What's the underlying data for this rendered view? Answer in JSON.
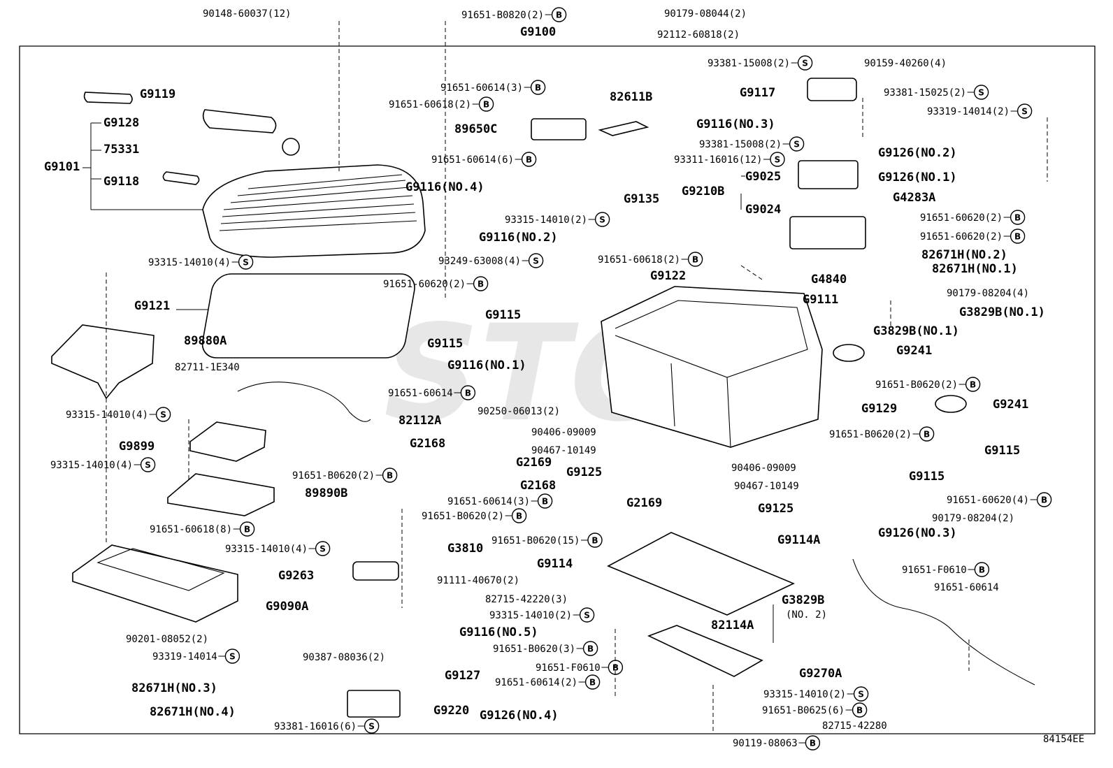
{
  "diagram": {
    "header_label": "G9100",
    "footer_code": "84154EE",
    "watermark": "STG",
    "callouts": [
      {
        "id": "c1",
        "text": "90148-60037(12)"
      },
      {
        "id": "c2",
        "text": "91651-B0820(2)",
        "marker": "B"
      },
      {
        "id": "c3",
        "text": "90179-08044(2)"
      },
      {
        "id": "c4",
        "text": "92112-60818(2)"
      },
      {
        "id": "c5",
        "text": "93381-15008(2)",
        "marker": "S"
      },
      {
        "id": "c6",
        "text": "90159-40260(4)"
      },
      {
        "id": "c7",
        "text": "G9119"
      },
      {
        "id": "c8",
        "text": "91651-60614(3)",
        "marker": "B"
      },
      {
        "id": "c9",
        "text": "91651-60618(2)",
        "marker": "B"
      },
      {
        "id": "c10",
        "text": "82611B"
      },
      {
        "id": "c11",
        "text": "G9117"
      },
      {
        "id": "c12",
        "text": "93381-15025(2)",
        "marker": "S"
      },
      {
        "id": "c13",
        "text": "G9128"
      },
      {
        "id": "c14",
        "text": "89650C"
      },
      {
        "id": "c15",
        "text": "G9116(NO.3)"
      },
      {
        "id": "c16",
        "text": "93319-14014(2)",
        "marker": "S"
      },
      {
        "id": "c17",
        "text": "75331"
      },
      {
        "id": "c18",
        "text": "G9101"
      },
      {
        "id": "c19",
        "text": "91651-60614(6)",
        "marker": "B"
      },
      {
        "id": "c20",
        "text": "93381-15008(2)",
        "marker": "S"
      },
      {
        "id": "c21",
        "text": "93311-16016(12)",
        "marker": "S"
      },
      {
        "id": "c22",
        "text": "G9126(NO.2)"
      },
      {
        "id": "c23",
        "text": "G9118"
      },
      {
        "id": "c24",
        "text": "G9116(NO.4)"
      },
      {
        "id": "c25",
        "text": "G9025"
      },
      {
        "id": "c26",
        "text": "G9210B"
      },
      {
        "id": "c27",
        "text": "G9126(NO.1)"
      },
      {
        "id": "c28",
        "text": "G9135"
      },
      {
        "id": "c29",
        "text": "G4283A"
      },
      {
        "id": "c30",
        "text": "G9024"
      },
      {
        "id": "c31",
        "text": "93315-14010(2)",
        "marker": "S"
      },
      {
        "id": "c32",
        "text": "91651-60620(2)",
        "marker": "B"
      },
      {
        "id": "c33",
        "text": "G9116(NO.2)"
      },
      {
        "id": "c34",
        "text": "91651-60620(2)",
        "marker": "B"
      },
      {
        "id": "c35",
        "text": "82671H(NO.2)"
      },
      {
        "id": "c36",
        "text": "93315-14010(4)",
        "marker": "S"
      },
      {
        "id": "c37",
        "text": "93249-63008(4)",
        "marker": "S"
      },
      {
        "id": "c38",
        "text": "91651-60618(2)",
        "marker": "B"
      },
      {
        "id": "c39",
        "text": "82671H(NO.1)"
      },
      {
        "id": "c40",
        "text": "G9122"
      },
      {
        "id": "c41",
        "text": "G4840"
      },
      {
        "id": "c42",
        "text": "91651-60620(2)",
        "marker": "B"
      },
      {
        "id": "c43",
        "text": "90179-08204(4)"
      },
      {
        "id": "c44",
        "text": "G9111"
      },
      {
        "id": "c45",
        "text": "G9121"
      },
      {
        "id": "c46",
        "text": "G9115"
      },
      {
        "id": "c47",
        "text": "G3829B(NO.1)"
      },
      {
        "id": "c48",
        "text": "G3829B(NO.1)"
      },
      {
        "id": "c49",
        "text": "89880A"
      },
      {
        "id": "c50",
        "text": "G9115"
      },
      {
        "id": "c51",
        "text": "G9241"
      },
      {
        "id": "c52",
        "text": "82711-1E340"
      },
      {
        "id": "c53",
        "text": "G9116(NO.1)"
      },
      {
        "id": "c54",
        "text": "91651-B0620(2)",
        "marker": "B"
      },
      {
        "id": "c55",
        "text": "91651-60614",
        "marker": "B"
      },
      {
        "id": "c56",
        "text": "93315-14010(4)",
        "marker": "S"
      },
      {
        "id": "c57",
        "text": "90250-06013(2)"
      },
      {
        "id": "c58",
        "text": "G9129"
      },
      {
        "id": "c59",
        "text": "G9241"
      },
      {
        "id": "c60",
        "text": "82112A"
      },
      {
        "id": "c61",
        "text": "90406-09009"
      },
      {
        "id": "c62",
        "text": "91651-B0620(2)",
        "marker": "B"
      },
      {
        "id": "c63",
        "text": "G9899"
      },
      {
        "id": "c64",
        "text": "G2168"
      },
      {
        "id": "c65",
        "text": "90467-10149"
      },
      {
        "id": "c66",
        "text": "G9115"
      },
      {
        "id": "c67",
        "text": "93315-14010(4)",
        "marker": "S"
      },
      {
        "id": "c68",
        "text": "91651-B0620(2)",
        "marker": "B"
      },
      {
        "id": "c69",
        "text": "G2169"
      },
      {
        "id": "c70",
        "text": "G9125"
      },
      {
        "id": "c71",
        "text": "90406-09009"
      },
      {
        "id": "c72",
        "text": "G9115"
      },
      {
        "id": "c73",
        "text": "90467-10149"
      },
      {
        "id": "c74",
        "text": "G2168"
      },
      {
        "id": "c75",
        "text": "89890B"
      },
      {
        "id": "c76",
        "text": "91651-60614(3)",
        "marker": "B"
      },
      {
        "id": "c77",
        "text": "G2169"
      },
      {
        "id": "c78",
        "text": "G9125"
      },
      {
        "id": "c79",
        "text": "91651-60620(4)",
        "marker": "B"
      },
      {
        "id": "c80",
        "text": "91651-B0620(2)",
        "marker": "B"
      },
      {
        "id": "c81",
        "text": "91651-60618(8)",
        "marker": "B"
      },
      {
        "id": "c82",
        "text": "91651-B0620(15)",
        "marker": "B"
      },
      {
        "id": "c83",
        "text": "90179-08204(2)"
      },
      {
        "id": "c84",
        "text": "G9114A"
      },
      {
        "id": "c85",
        "text": "G9126(NO.3)"
      },
      {
        "id": "c86",
        "text": "93315-14010(4)",
        "marker": "S"
      },
      {
        "id": "c87",
        "text": "G3810"
      },
      {
        "id": "c88",
        "text": "G9114"
      },
      {
        "id": "c89",
        "text": "91651-F0610",
        "marker": "B"
      },
      {
        "id": "c90",
        "text": "G9263"
      },
      {
        "id": "c91",
        "text": "91111-40670(2)"
      },
      {
        "id": "c92",
        "text": "91651-60614"
      },
      {
        "id": "c93",
        "text": "G9090A"
      },
      {
        "id": "c94",
        "text": "82715-42220(3)"
      },
      {
        "id": "c95",
        "text": "G3829B"
      },
      {
        "id": "c96",
        "text": "(NO. 2)"
      },
      {
        "id": "c97",
        "text": "93315-14010(2)",
        "marker": "S"
      },
      {
        "id": "c98",
        "text": "82114A"
      },
      {
        "id": "c99",
        "text": "G9116(NO.5)"
      },
      {
        "id": "c100",
        "text": "90201-08052(2)"
      },
      {
        "id": "c101",
        "text": "91651-B0620(3)",
        "marker": "B"
      },
      {
        "id": "c102",
        "text": "93319-14014",
        "marker": "S"
      },
      {
        "id": "c103",
        "text": "90387-08036(2)"
      },
      {
        "id": "c104",
        "text": "91651-F0610",
        "marker": "B"
      },
      {
        "id": "c105",
        "text": "G9270A"
      },
      {
        "id": "c106",
        "text": "G9127"
      },
      {
        "id": "c107",
        "text": "91651-60614(2)",
        "marker": "B"
      },
      {
        "id": "c108",
        "text": "82671H(NO.3)"
      },
      {
        "id": "c109",
        "text": "93315-14010(2)",
        "marker": "S"
      },
      {
        "id": "c110",
        "text": "G9220"
      },
      {
        "id": "c111",
        "text": "G9126(NO.4)"
      },
      {
        "id": "c112",
        "text": "91651-B0625(6)",
        "marker": "B"
      },
      {
        "id": "c113",
        "text": "82671H(NO.4)"
      },
      {
        "id": "c114",
        "text": "93381-16016(6)",
        "marker": "S"
      },
      {
        "id": "c115",
        "text": "82715-42280"
      },
      {
        "id": "c116",
        "text": "90119-08063",
        "marker": "B"
      }
    ]
  }
}
